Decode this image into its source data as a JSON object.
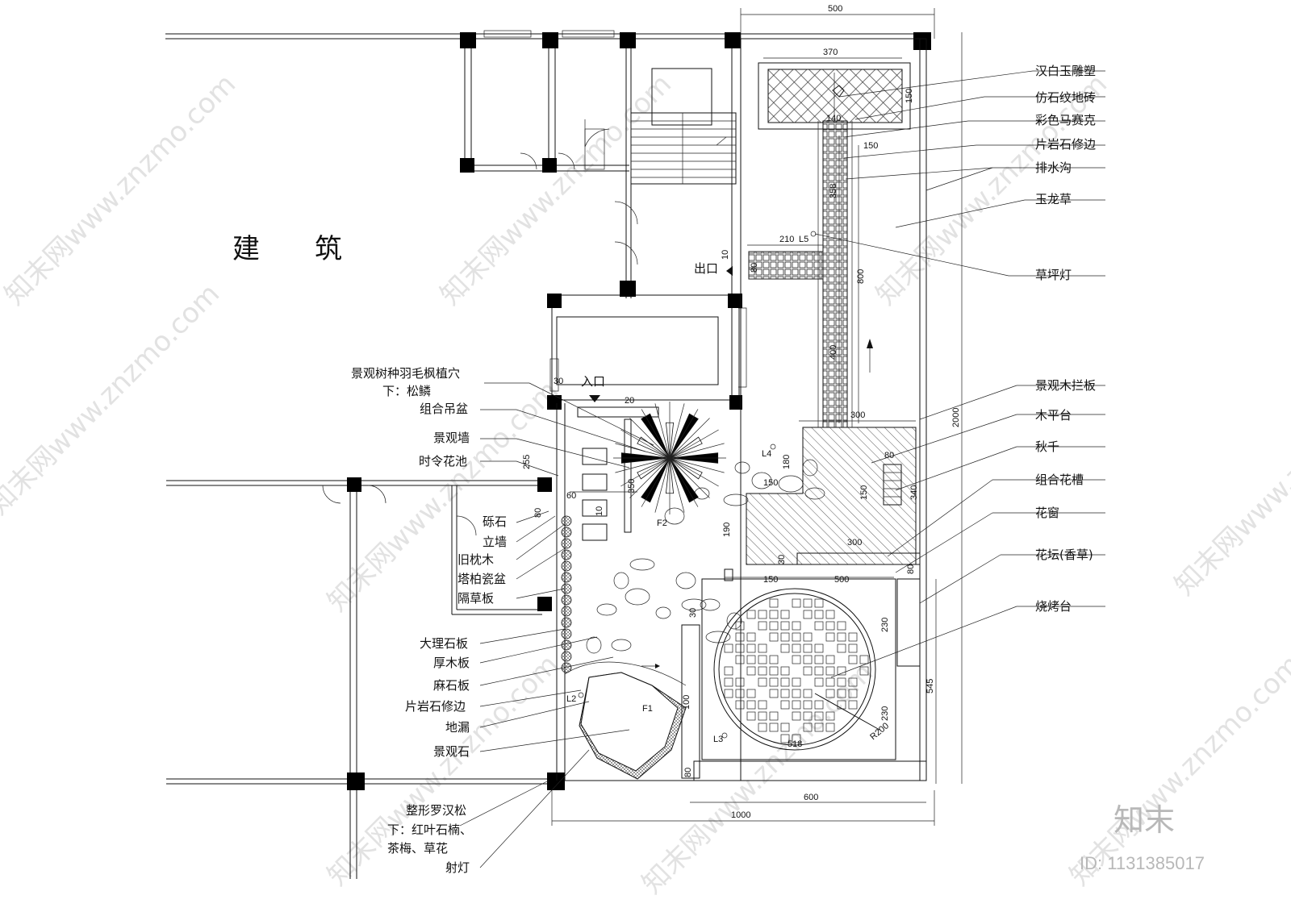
{
  "building": {
    "label": "建　　筑"
  },
  "entrance": {
    "label": "入口"
  },
  "exit": {
    "label": "出口"
  },
  "brand": {
    "logo_text": "知末",
    "id_text": "ID: 1131385017"
  },
  "watermark": {
    "url": "znzmo.com",
    "cn": "知末网www.znzmo.com"
  },
  "labels_right": [
    {
      "text": "汉白玉雕塑"
    },
    {
      "text": "仿石纹地砖"
    },
    {
      "text": "彩色马赛克"
    },
    {
      "text": "片岩石修边"
    },
    {
      "text": "排水沟"
    },
    {
      "text": "玉龙草"
    },
    {
      "text": "草坪灯"
    },
    {
      "text": "景观木拦板"
    },
    {
      "text": "木平台"
    },
    {
      "text": "秋千"
    },
    {
      "text": "组合花槽"
    },
    {
      "text": "花窗"
    },
    {
      "text": "花坛(香草)"
    },
    {
      "text": "烧烤台"
    }
  ],
  "labels_left": [
    {
      "text": "景观树种羽毛枫植穴"
    },
    {
      "text": "下：松鳞"
    },
    {
      "text": "组合吊盆"
    },
    {
      "text": "景观墙"
    },
    {
      "text": "时令花池"
    },
    {
      "text": "砾石"
    },
    {
      "text": "立墙"
    },
    {
      "text": "旧枕木"
    },
    {
      "text": "塔柏瓷盆"
    },
    {
      "text": "隔草板"
    },
    {
      "text": "大理石板"
    },
    {
      "text": "厚木板"
    },
    {
      "text": "麻石板"
    },
    {
      "text": "片岩石修边"
    },
    {
      "text": "地漏"
    },
    {
      "text": "景观石"
    }
  ],
  "labels_bottom": [
    {
      "text": "整形罗汉松"
    },
    {
      "text": "下：红叶石楠、"
    },
    {
      "text": "茶梅、草花"
    },
    {
      "text": "射灯"
    }
  ],
  "dimensions": {
    "d500_top": "500",
    "d370": "370",
    "d150a": "150",
    "d140": "140",
    "d150b": "150",
    "d358": "358",
    "d210": "210",
    "d10a": "10",
    "d80a": "80",
    "d800": "800",
    "d400": "400",
    "d300a": "300",
    "d2000": "2000",
    "d30a": "30",
    "d20": "20",
    "d80b": "80",
    "d180": "180",
    "d150c": "150",
    "d340": "340",
    "d150d": "150",
    "d350": "350",
    "d300b": "300",
    "d190": "190",
    "d30b": "30",
    "d80c": "80",
    "d150e": "150",
    "d500_mid": "500",
    "d255": "255",
    "d60": "60",
    "d10b": "10",
    "d80d": "80",
    "d30c": "30",
    "d230a": "230",
    "d230b": "230",
    "d545": "545",
    "d100": "100",
    "d518": "518",
    "R200": "R200",
    "d80e": "80",
    "d600": "600",
    "d1000": "1000"
  },
  "markers": {
    "L2": "L2",
    "L3": "L3",
    "L4": "L4",
    "L5": "L5",
    "F1": "F1",
    "F2": "F2"
  }
}
